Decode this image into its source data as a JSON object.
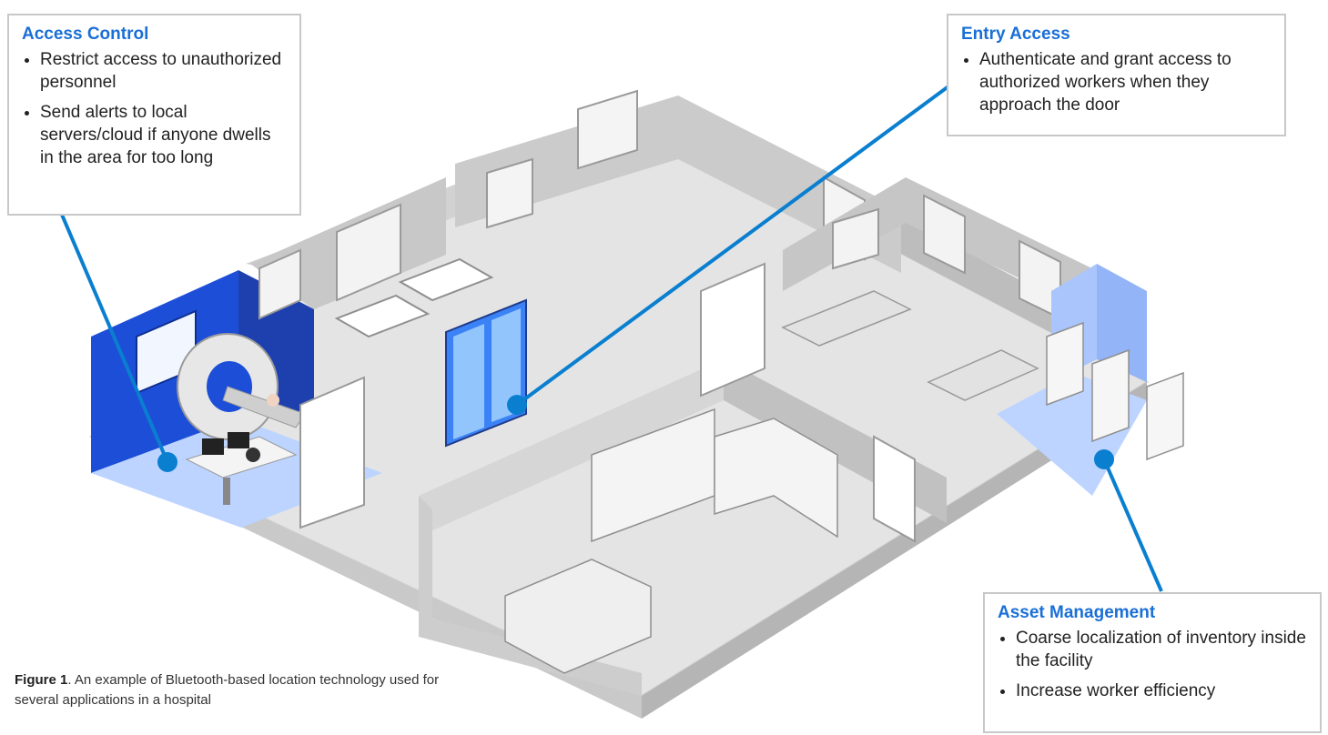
{
  "colors": {
    "accent": "#1a6fd6",
    "connector": "#0a7fd0",
    "dot": "#0a7fd0",
    "zone_blue": "#1d4ed8",
    "zone_light_blue": "#bcd4ff",
    "floor": "#e6e6e6",
    "wall": "#bdbdbd"
  },
  "callouts": {
    "access_control": {
      "title": "Access Control",
      "items": [
        "Restrict access to unauthorized personnel",
        "Send alerts to local servers/cloud if anyone dwells in the area for too long"
      ]
    },
    "entry_access": {
      "title": "Entry Access",
      "items": [
        "Authenticate and grant access to authorized workers when they approach the door"
      ]
    },
    "asset_management": {
      "title": "Asset Management",
      "items": [
        "Coarse localization of inventory inside the facility",
        "Increase worker efficiency"
      ]
    }
  },
  "caption": {
    "label": "Figure 1",
    "text": ". An example of Bluetooth-based location technology used for several applications in a hospital"
  }
}
